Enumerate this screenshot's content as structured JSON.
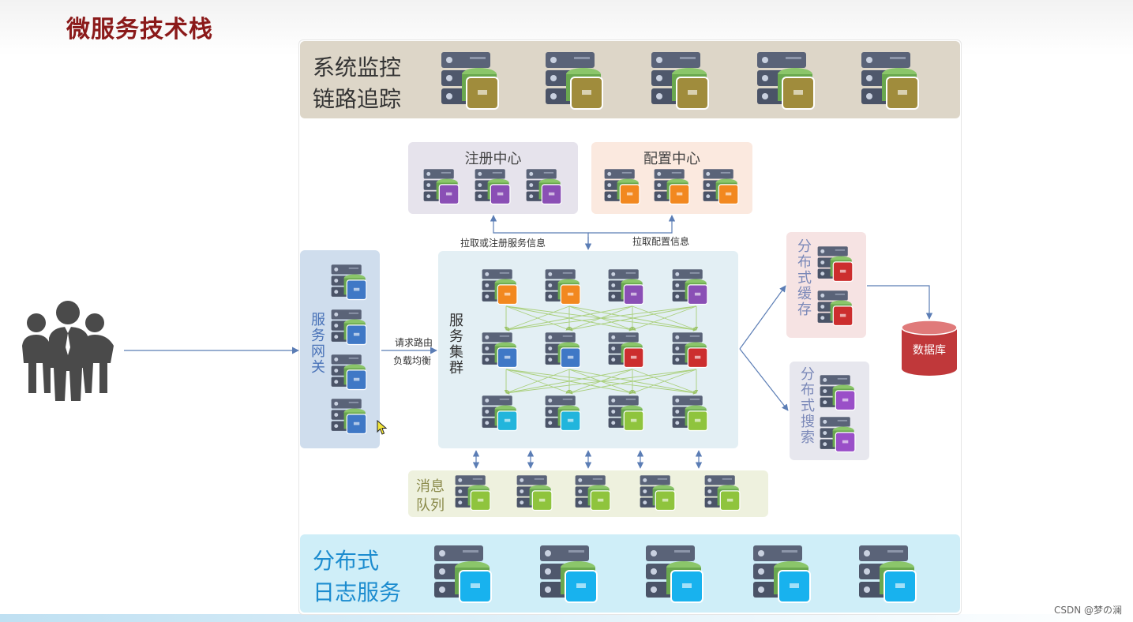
{
  "title": "微服务技术栈",
  "monitoring": {
    "label_line1": "系统监控",
    "label_line2": "链路追踪"
  },
  "registry": {
    "title": "注册中心"
  },
  "config": {
    "title": "配置中心"
  },
  "gateway": {
    "label": "服务网关"
  },
  "cluster": {
    "label": "服务集群"
  },
  "cache": {
    "label": "分布式缓存"
  },
  "search": {
    "label": "分布式搜索"
  },
  "mq": {
    "label_line1": "消息",
    "label_line2": "队列"
  },
  "logging": {
    "label_line1": "分布式",
    "label_line2": "日志服务"
  },
  "database": {
    "label": "数据库"
  },
  "arrows": {
    "pull_register": "拉取或注册服务信息",
    "pull_config": "拉取配置信息",
    "route": "请求路由",
    "load_balance": "负载均衡"
  },
  "watermark": "CSDN @梦の澜",
  "colors": {
    "title": "#8b1a1a",
    "monitoring_bg": "#ddd6c8",
    "registry_bg": "#e6e3ec",
    "config_bg": "#fbe9df",
    "gateway_bg": "#cfdded",
    "cluster_bg": "#e3eff4",
    "cache_bg": "#f6e3e3",
    "search_bg": "#e7e7ee",
    "mq_bg": "#eef1de",
    "logging_bg": "#cfeef8",
    "cube_gold": "#a08c3c",
    "cube_purple": "#8a4fb5",
    "cube_orange": "#f2881f",
    "cube_blue": "#3f78c6",
    "cube_red": "#cc2e2e",
    "cube_cyan": "#22b5dc",
    "cube_lime": "#8fc43d",
    "cube_sky": "#18b2ee",
    "cube_violet": "#9a4fc8",
    "database": "#c0383a"
  }
}
